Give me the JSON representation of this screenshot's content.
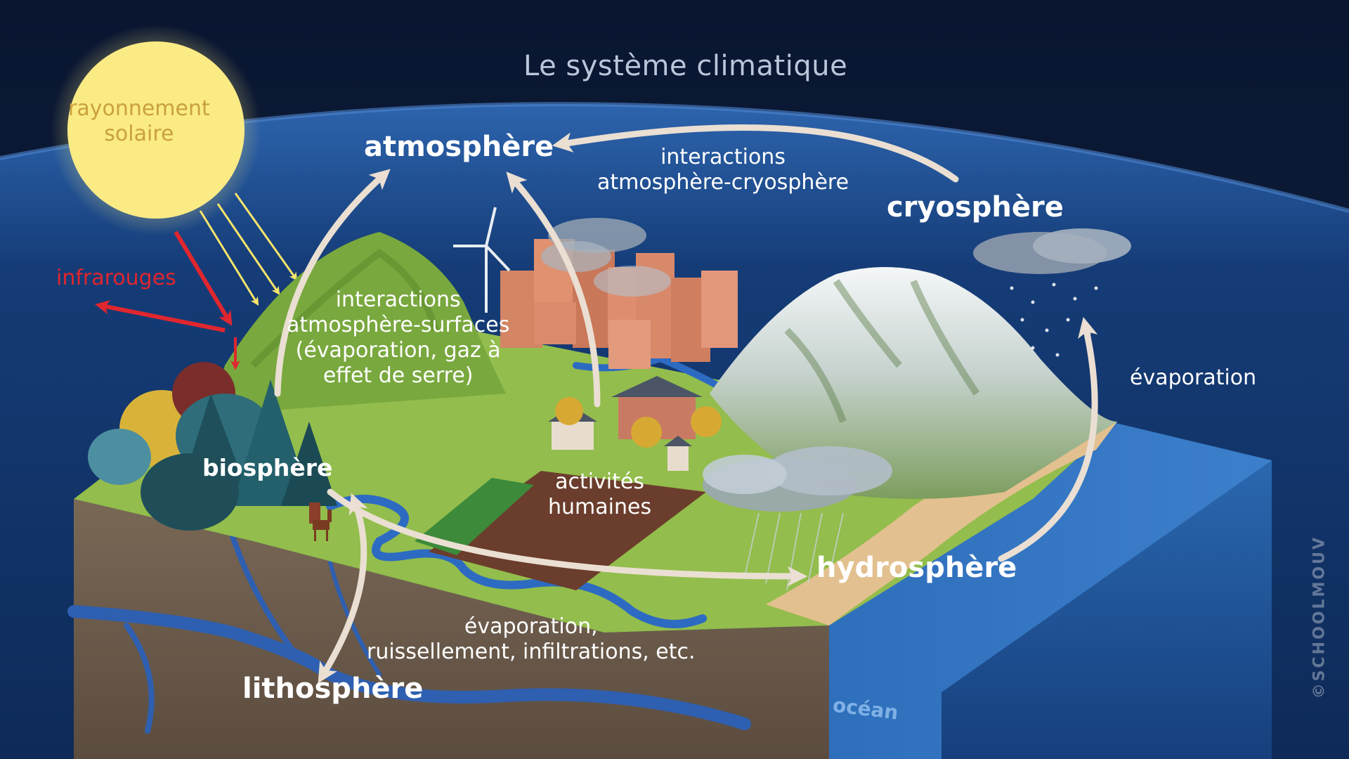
{
  "title": "Le système climatique",
  "components": {
    "atmosphere": "atmosphère",
    "cryosphere": "cryosphère",
    "biosphere": "biosphère",
    "hydrosphere": "hydrosphère",
    "lithosphere": "lithosphère"
  },
  "sun": {
    "line1": "rayonnement",
    "line2": "solaire"
  },
  "infrared": "infrarouges",
  "interactions": {
    "atm_cryo_line1": "interactions",
    "atm_cryo_line2": "atmosphère-cryosphère",
    "atm_surf_line1": "interactions",
    "atm_surf_line2": "atmosphère-surfaces",
    "atm_surf_line3": "(évaporation, gaz à",
    "atm_surf_line4": "effet de serre)",
    "human_line1": "activités",
    "human_line2": "humaines",
    "evaporation": "évaporation",
    "ground_line1": "évaporation,",
    "ground_line2": "ruissellement, infiltrations, etc."
  },
  "ocean": "océan",
  "credit": "©SCHOOLMOUV",
  "colors": {
    "sky": "#0c1a36",
    "horizon": "#1f4f92",
    "sun": "#fbeb85",
    "infrared": "#e0262f",
    "arrow": "#eadfd2",
    "ocean": "#1f5aa6",
    "land": "#8db94a",
    "soil": "#6e5e4f"
  }
}
